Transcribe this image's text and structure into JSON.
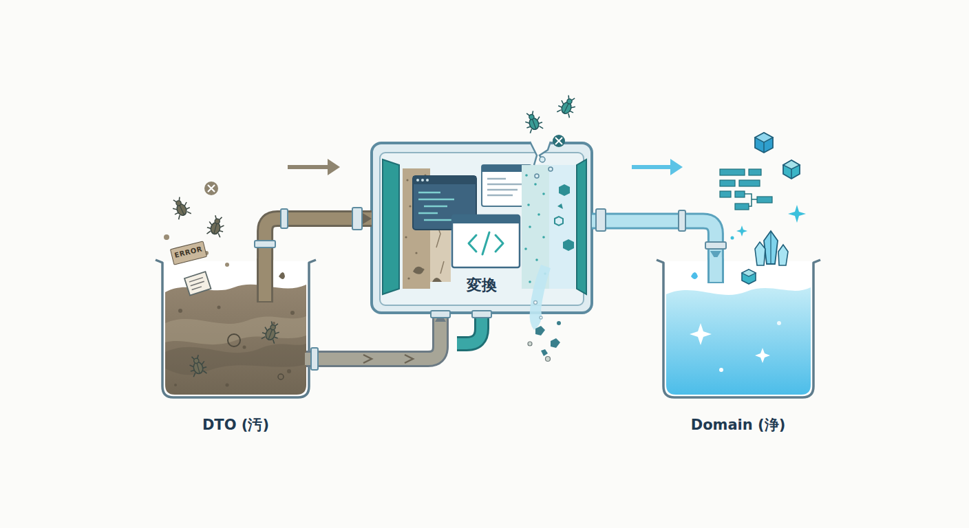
{
  "diagram": {
    "nodes": [
      {
        "text": [
          "DTO (汚)"
        ]
      },
      {
        "text": [
          "ERROR"
        ]
      },
      {
        "text": [
          "変換"
        ]
      },
      {
        "text": [
          "Domain (浄)"
        ]
      }
    ],
    "edges": [
      {
        "from": 0,
        "to": 2,
        "arrow": "to"
      },
      {
        "from": 0,
        "to": 2,
        "arrow": "to"
      },
      {
        "from": 2,
        "to": 3,
        "arrow": "to"
      }
    ]
  }
}
